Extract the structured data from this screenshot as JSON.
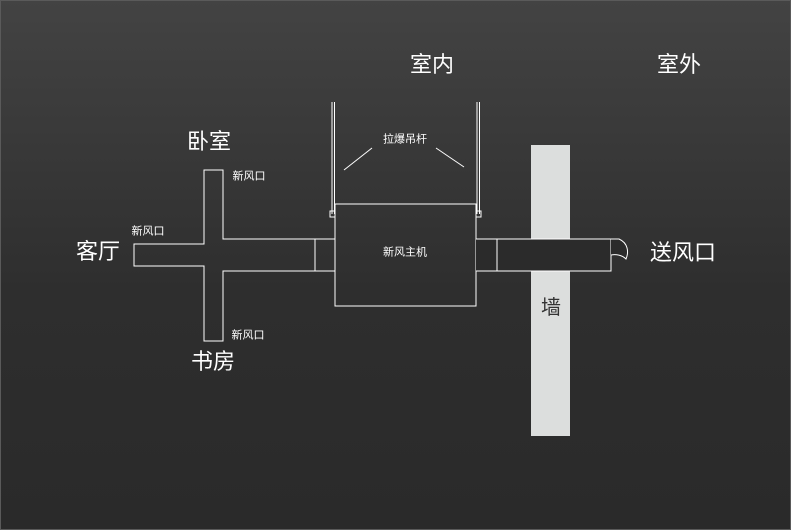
{
  "zones": {
    "indoor": "室内",
    "outdoor": "室外"
  },
  "rooms": {
    "bedroom": "卧室",
    "living_room": "客厅",
    "study": "书房"
  },
  "labels": {
    "vent_bedroom": "新风口",
    "vent_living": "新风口",
    "vent_study": "新风口",
    "hanger_rod": "拉爆吊杆",
    "main_unit": "新风主机",
    "supply_outlet": "送风口",
    "wall": "墙"
  },
  "colors": {
    "background_top": "#434343",
    "background_bottom": "#2a2a2a",
    "line": "#ffffff",
    "wall_fill": "#dcdedd",
    "wall_text": "#333333"
  }
}
